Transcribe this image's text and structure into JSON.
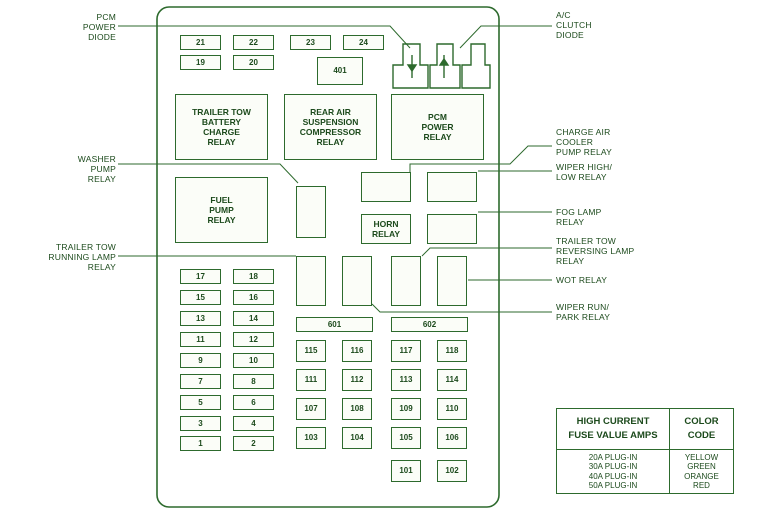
{
  "callouts": {
    "pcm_power_diode": "PCM\nPOWER\nDIODE",
    "ac_clutch_diode": "A/C\nCLUTCH\nDIODE",
    "charge_air_cooler": "CHARGE AIR\nCOOLER\nPUMP RELAY",
    "washer_pump": "WASHER\nPUMP\nRELAY",
    "wiper_high_low": "WIPER HIGH/\nLOW RELAY",
    "fog_lamp": "FOG LAMP\nRELAY",
    "trailer_tow_reversing": "TRAILER TOW\nREVERSING LAMP\nRELAY",
    "trailer_tow_running": "TRAILER TOW\nRUNNING LAMP\nRELAY",
    "wot_relay": "WOT RELAY",
    "wiper_run_park": "WIPER RUN/\nPARK RELAY"
  },
  "relays": {
    "trailer_tow_battery": "TRAILER TOW\nBATTERY\nCHARGE\nRELAY",
    "rear_air_suspension": "REAR AIR\nSUSPENSION\nCOMPRESSOR\nRELAY",
    "pcm_power": "PCM\nPOWER\nRELAY",
    "fuel_pump": "FUEL\nPUMP\nRELAY",
    "horn": "HORN\nRELAY"
  },
  "fuses": {
    "f21": "21",
    "f22": "22",
    "f23": "23",
    "f24": "24",
    "f19": "19",
    "f20": "20",
    "f401": "401",
    "f17": "17",
    "f18": "18",
    "f15": "15",
    "f16": "16",
    "f13": "13",
    "f14": "14",
    "f11": "11",
    "f12": "12",
    "f9": "9",
    "f10": "10",
    "f7": "7",
    "f8": "8",
    "f5": "5",
    "f6": "6",
    "f3": "3",
    "f4": "4",
    "f1": "1",
    "f2": "2",
    "f601": "601",
    "f602": "602",
    "f115": "115",
    "f116": "116",
    "f117": "117",
    "f118": "118",
    "f111": "111",
    "f112": "112",
    "f113": "113",
    "f114": "114",
    "f107": "107",
    "f108": "108",
    "f109": "109",
    "f110": "110",
    "f103": "103",
    "f104": "104",
    "f105": "105",
    "f106": "106",
    "f101": "101",
    "f102": "102"
  },
  "legend": {
    "header_fuse": "HIGH CURRENT\nFUSE VALUE AMPS",
    "header_color": "COLOR\nCODE",
    "amps": "20A PLUG-IN\n30A PLUG-IN\n40A PLUG-IN\n50A PLUG-IN",
    "colors": "YELLOW\nGREEN\nORANGE\nRED"
  },
  "colors": {
    "line": "#2d6a2d",
    "text": "#1c4a1c"
  }
}
